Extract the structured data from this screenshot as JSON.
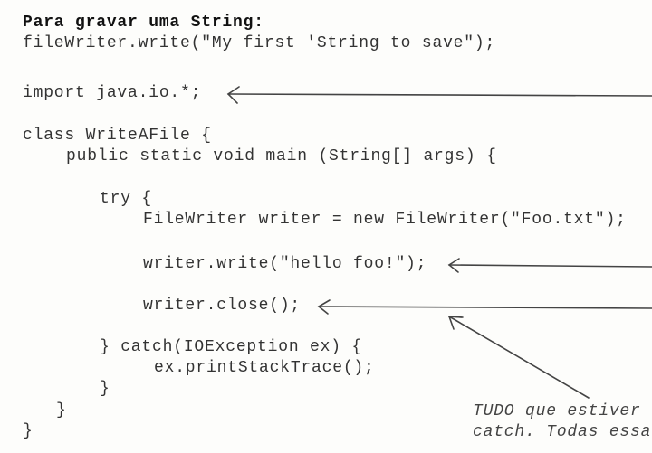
{
  "heading": "Para gravar uma String:",
  "example_line": "fileWriter.write(\"My first 'String to save\");",
  "code": [
    "import java.io.*;",
    "class WriteAFile {",
    "public static void main (String[] args) {",
    "try {",
    "FileWriter writer = new FileWriter(\"Foo.txt\");",
    "writer.write(\"hello foo!\");",
    "writer.close();",
    "} catch(IOException ex) {",
    "ex.printStackTrace();",
    "}",
    "}",
    "}"
  ],
  "annotation": [
    "TUDO que estiver",
    "catch. Todas essa"
  ]
}
